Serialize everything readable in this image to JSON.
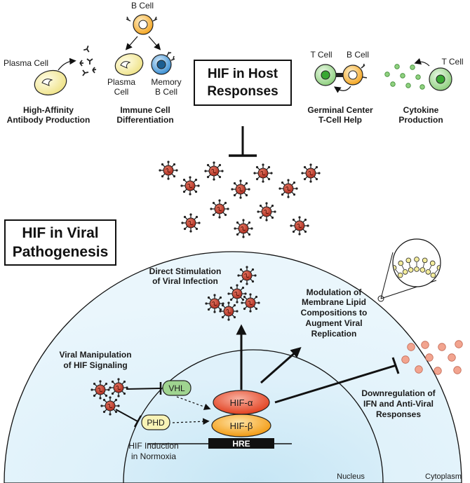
{
  "host": {
    "title_line1": "HIF in Host",
    "title_line2": "Responses",
    "b_cell": "B Cell",
    "plasma_cell_top": "Plasma Cell",
    "plasma_cell_line1": "Plasma",
    "plasma_cell_line2": "Cell",
    "memory_b_line1": "Memory",
    "memory_b_line2": "B Cell",
    "t_cell_gc": "T Cell",
    "b_cell_gc": "B Cell",
    "t_cell_cyto": "T Cell",
    "panel_antibody_line1": "High-Affinity",
    "panel_antibody_line2": "Antibody Production",
    "panel_diff_line1": "Immune Cell",
    "panel_diff_line2": "Differentiation",
    "panel_gc_line1": "Germinal Center",
    "panel_gc_line2": "T-Cell Help",
    "panel_cyto_line1": "Cytokine",
    "panel_cyto_line2": "Production"
  },
  "viral": {
    "title_line1": "HIF in Viral",
    "title_line2": "Pathogenesis",
    "direct_line1": "Direct Stimulation",
    "direct_line2": "of Viral Infection",
    "lipid_line1": "Modulation of",
    "lipid_line2": "Membrane Lipid",
    "lipid_line3": "Compositions to",
    "lipid_line4": "Augment Viral",
    "lipid_line5": "Replication",
    "manip_line1": "Viral Manipulation",
    "manip_line2": "of HIF Signaling",
    "ifn_line1": "Downregulation of",
    "ifn_line2": "IFN and Anti-Viral",
    "ifn_line3": "Responses",
    "normoxia_line1": "HIF Induction",
    "normoxia_line2": "in Normoxia",
    "vhl": "VHL",
    "phd": "PHD",
    "hif_alpha": "HIF-α",
    "hif_beta": "HIF-β",
    "hre": "HRE",
    "nucleus": "Nucleus",
    "cytoplasm": "Cytoplasm"
  },
  "colors": {
    "virus": "#c0392b",
    "alpha_red": "#e8472b",
    "beta_orange": "#f2a21c",
    "t_cell_green": "#5cb85c",
    "memory_blue": "#2f86c9",
    "plasma_yellow": "#f3ec9c",
    "ifn_salmon": "#f2a48f"
  }
}
